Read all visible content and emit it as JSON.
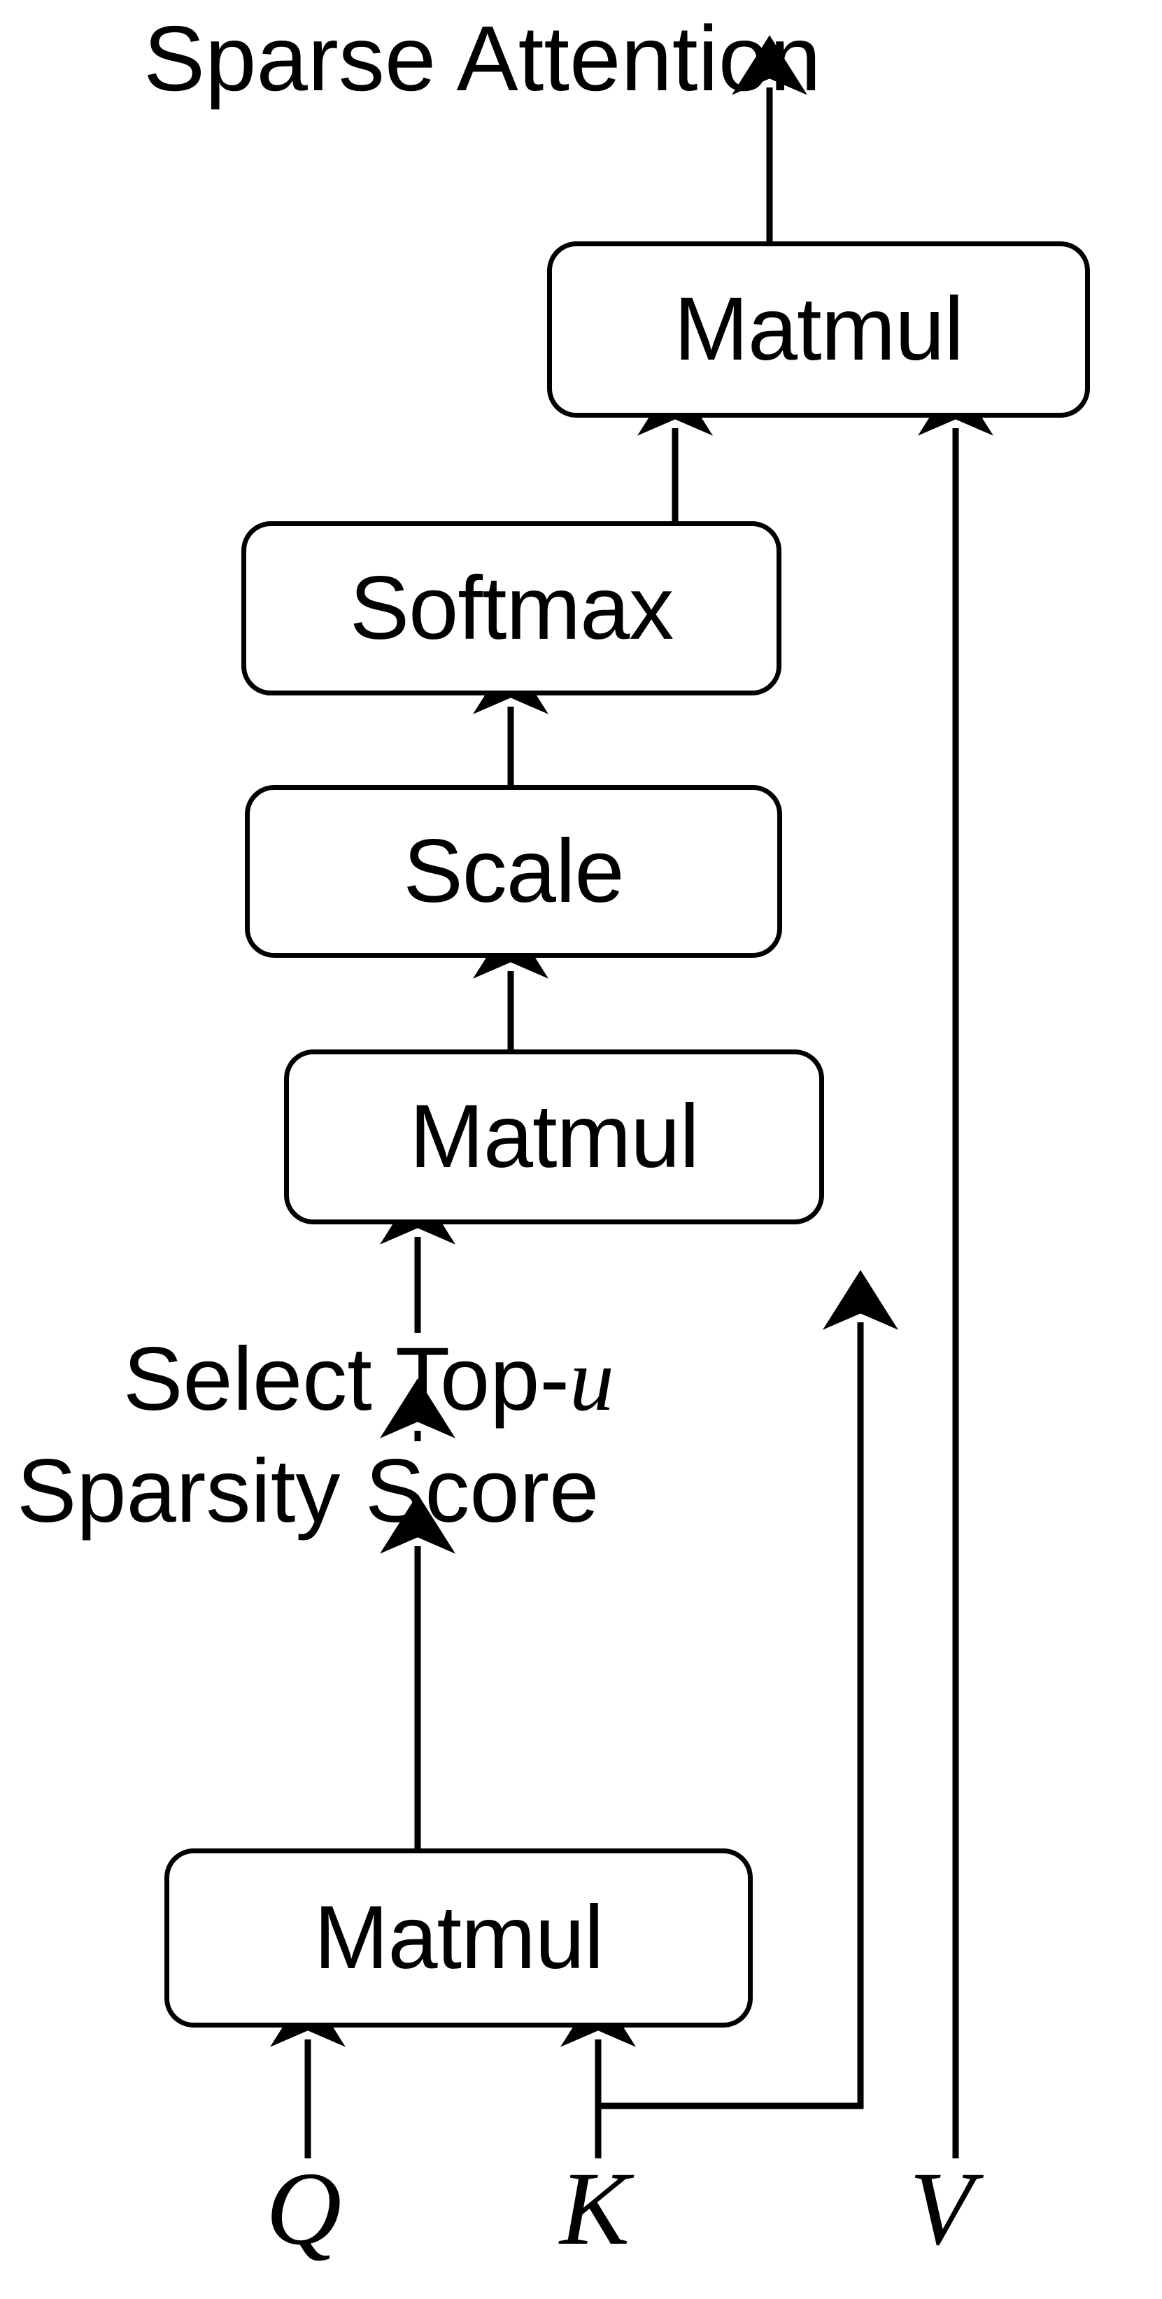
{
  "diagram": {
    "title": "Sparse Attention",
    "type": "flow-diagram",
    "output_label": "Sparse Attention",
    "nodes": [
      {
        "id": "matmul-out",
        "label": "Matmul",
        "shape": "rounded-box"
      },
      {
        "id": "softmax",
        "label": "Softmax",
        "shape": "rounded-box"
      },
      {
        "id": "scale",
        "label": "Scale",
        "shape": "rounded-box"
      },
      {
        "id": "matmul-qk-sel",
        "label": "Matmul",
        "shape": "rounded-box"
      },
      {
        "id": "select-top-u",
        "label": "Select Top-",
        "label_math": "u",
        "shape": "text"
      },
      {
        "id": "sparsity-score",
        "label": "Sparsity Score",
        "shape": "text"
      },
      {
        "id": "matmul-qk",
        "label": "Matmul",
        "shape": "rounded-box"
      }
    ],
    "inputs": [
      {
        "id": "input-q",
        "label": "Q"
      },
      {
        "id": "input-k",
        "label": "K"
      },
      {
        "id": "input-v",
        "label": "V"
      }
    ],
    "colors": {
      "stroke": "#000000",
      "fill": "#ffffff",
      "background": "#ffffff"
    }
  }
}
